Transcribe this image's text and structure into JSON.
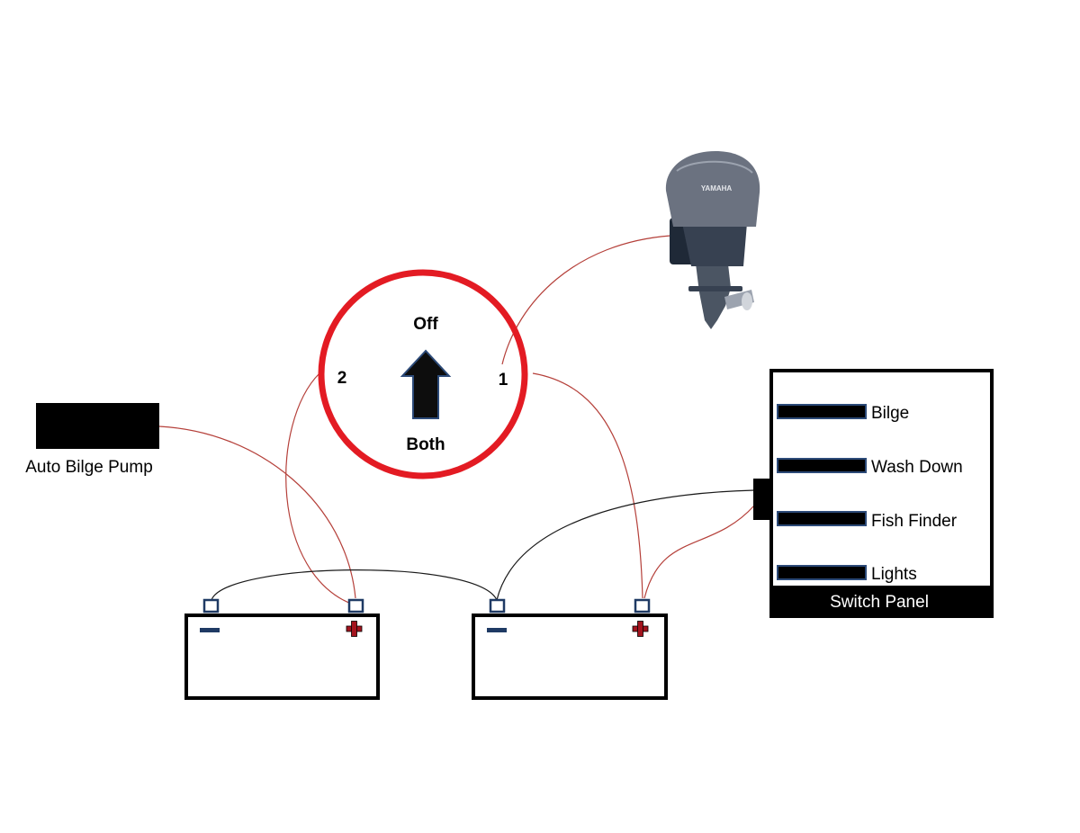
{
  "selector_switch": {
    "label_off": "Off",
    "label_both": "Both",
    "label_1": "1",
    "label_2": "2",
    "ring_color": "#e31b23"
  },
  "bilge_pump": {
    "label": "Auto Bilge Pump"
  },
  "switch_panel": {
    "title": "Switch Panel",
    "switches": [
      "Bilge",
      "Wash Down",
      "Fish Finder",
      "Lights"
    ]
  },
  "outboard_motor": {
    "brand": "YAMAHA"
  },
  "colors": {
    "positive_wire": "#b5403a",
    "negative_wire": "#1a1a1a",
    "terminal_negative": "#1f3a64",
    "terminal_positive": "#a4141e",
    "motor_body": "#6b7280"
  }
}
